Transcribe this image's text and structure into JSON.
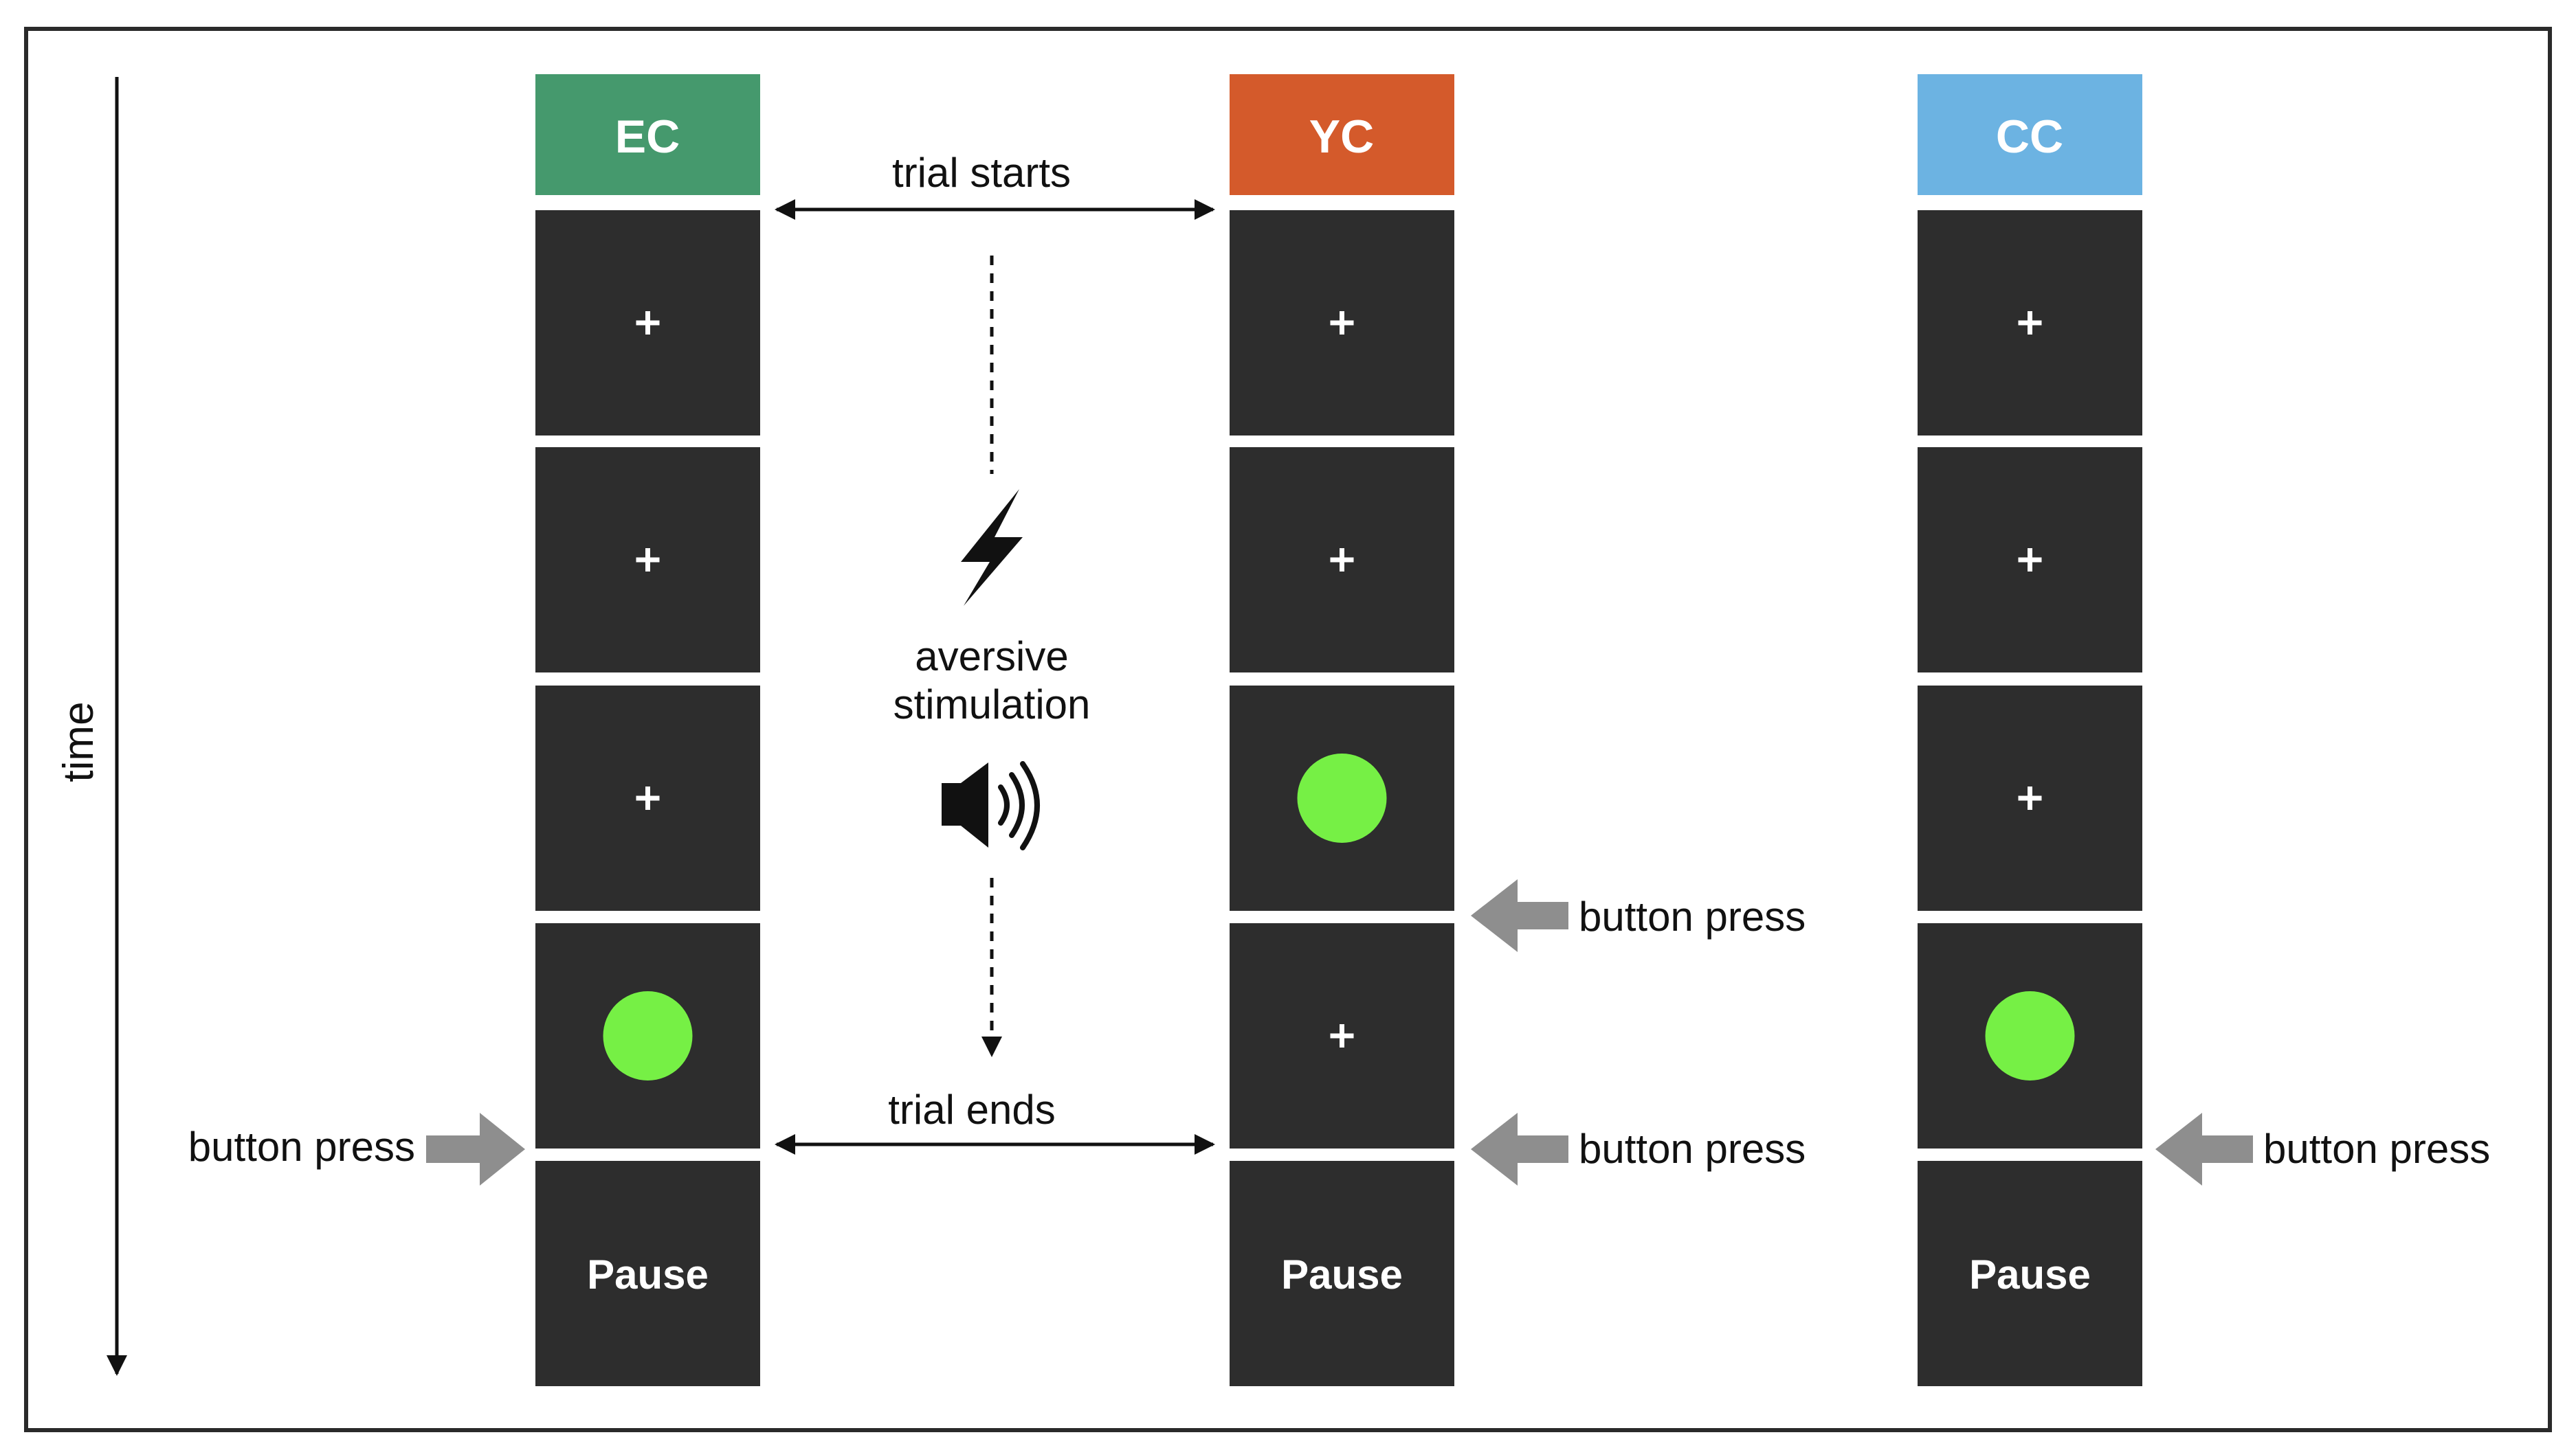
{
  "time_label": "time",
  "conditions": [
    {
      "id": "ec",
      "label": "EC",
      "color": "#45996d"
    },
    {
      "id": "yc",
      "label": "YC",
      "color": "#d45a2b"
    },
    {
      "id": "cc",
      "label": "CC",
      "color": "#6cb3e2"
    }
  ],
  "screens": {
    "ec": [
      "+",
      "+",
      "+",
      "dot",
      "Pause"
    ],
    "yc": [
      "+",
      "+",
      "dot",
      "+",
      "Pause"
    ],
    "cc": [
      "+",
      "+",
      "+",
      "dot",
      "Pause"
    ]
  },
  "screen_color": "#2d2d2d",
  "dot_color": "#76f045",
  "arrow_color": "#8e8e8e",
  "trial_starts": "trial starts",
  "trial_ends": "trial ends",
  "aversive_line1": "aversive",
  "aversive_line2": "stimulation",
  "button_press": "button press"
}
